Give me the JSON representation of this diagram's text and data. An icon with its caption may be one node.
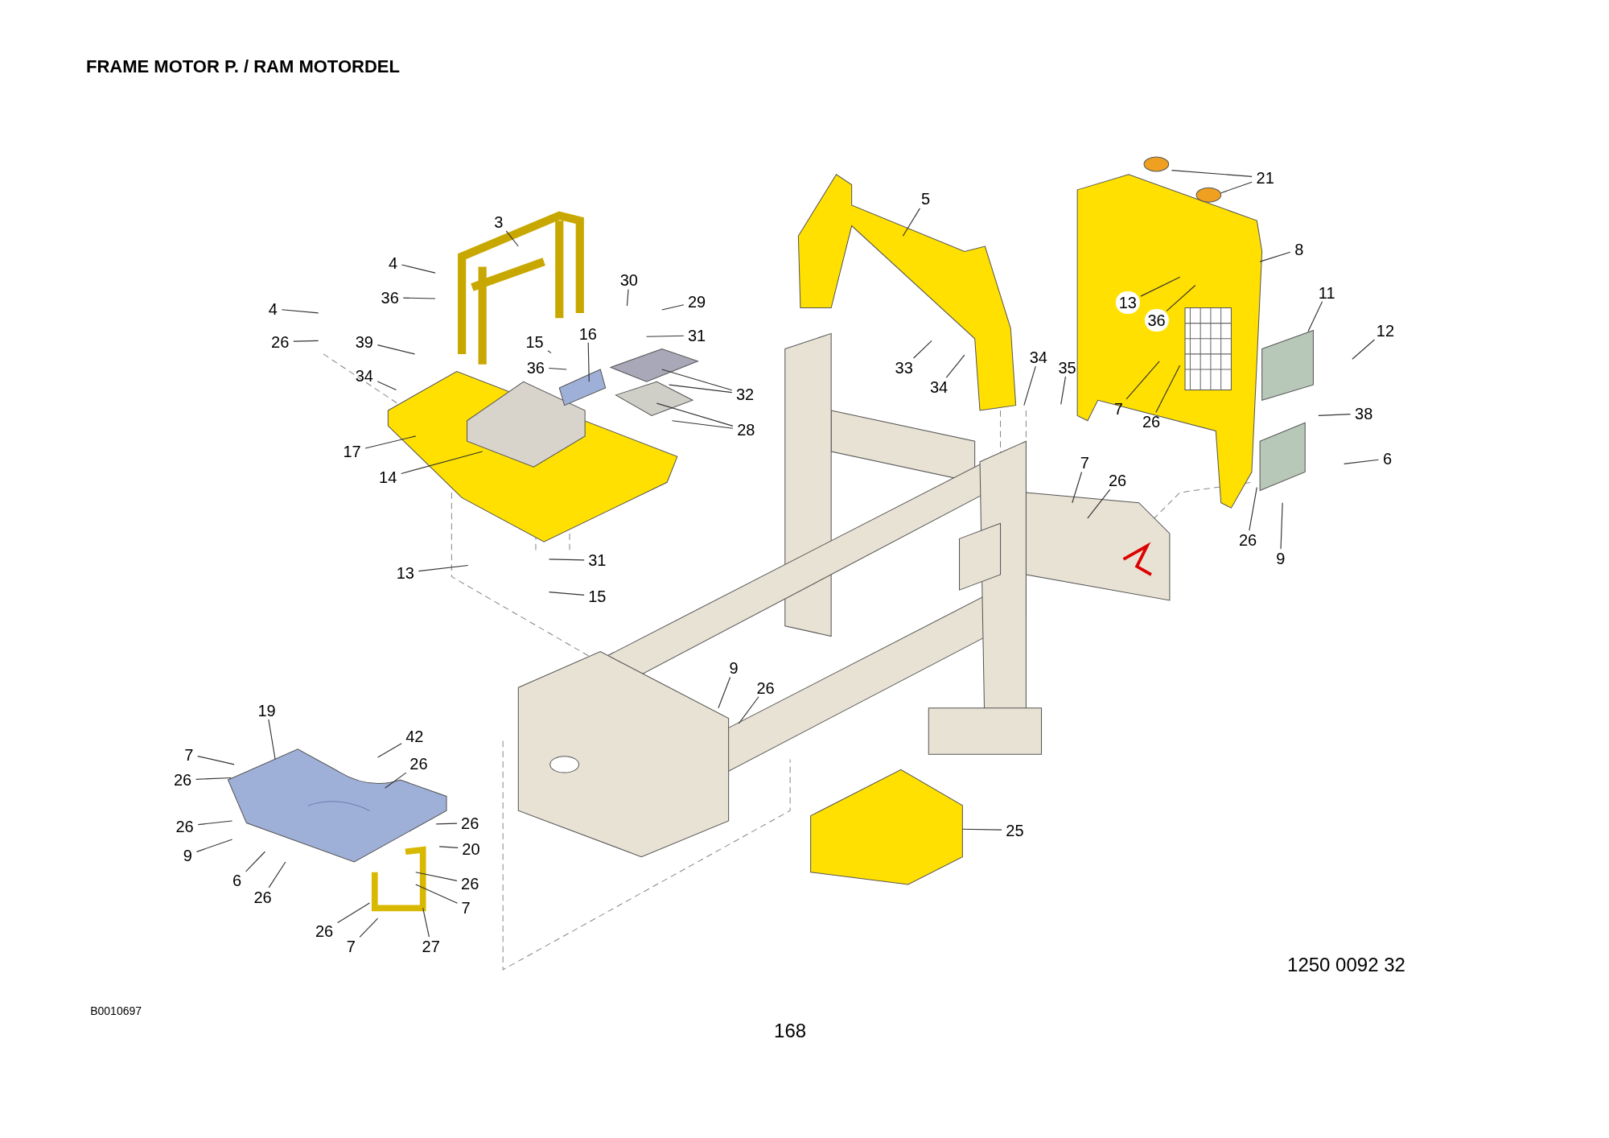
{
  "diagram": {
    "title": "FRAME MOTOR P. / RAM MOTORDEL",
    "nodes": [
      {
        "text": [
          "3"
        ]
      },
      {
        "text": [
          "4"
        ]
      },
      {
        "text": [
          "36"
        ]
      },
      {
        "text": [
          "4"
        ]
      },
      {
        "text": [
          "26"
        ]
      },
      {
        "text": [
          "39"
        ]
      },
      {
        "text": [
          "34"
        ]
      },
      {
        "text": [
          "17"
        ]
      },
      {
        "text": [
          "14"
        ]
      },
      {
        "text": [
          "13"
        ]
      },
      {
        "text": [
          "15"
        ]
      },
      {
        "text": [
          "36"
        ]
      },
      {
        "text": [
          "16"
        ]
      },
      {
        "text": [
          "30"
        ]
      },
      {
        "text": [
          "29"
        ]
      },
      {
        "text": [
          "31"
        ]
      },
      {
        "text": [
          "32"
        ]
      },
      {
        "text": [
          "28"
        ]
      },
      {
        "text": [
          "31"
        ]
      },
      {
        "text": [
          "15"
        ]
      },
      {
        "text": [
          "5"
        ]
      },
      {
        "text": [
          "33"
        ]
      },
      {
        "text": [
          "34"
        ]
      },
      {
        "text": [
          "34"
        ]
      },
      {
        "text": [
          "35"
        ]
      },
      {
        "text": [
          "21"
        ]
      },
      {
        "text": [
          "8"
        ]
      },
      {
        "text": [
          "13"
        ]
      },
      {
        "text": [
          "36"
        ]
      },
      {
        "text": [
          "11"
        ]
      },
      {
        "text": [
          "12"
        ]
      },
      {
        "text": [
          "7"
        ]
      },
      {
        "text": [
          "26"
        ]
      },
      {
        "text": [
          "38"
        ]
      },
      {
        "text": [
          "6"
        ]
      },
      {
        "text": [
          "7"
        ]
      },
      {
        "text": [
          "26"
        ]
      },
      {
        "text": [
          "26"
        ]
      },
      {
        "text": [
          "9"
        ]
      },
      {
        "text": [
          "9"
        ]
      },
      {
        "text": [
          "26"
        ]
      },
      {
        "text": [
          "25"
        ]
      },
      {
        "text": [
          "19"
        ]
      },
      {
        "text": [
          "7"
        ]
      },
      {
        "text": [
          "26"
        ]
      },
      {
        "text": [
          "42"
        ]
      },
      {
        "text": [
          "26"
        ]
      },
      {
        "text": [
          "26"
        ]
      },
      {
        "text": [
          "9"
        ]
      },
      {
        "text": [
          "26"
        ]
      },
      {
        "text": [
          "20"
        ]
      },
      {
        "text": [
          "6"
        ]
      },
      {
        "text": [
          "26"
        ]
      },
      {
        "text": [
          "26"
        ]
      },
      {
        "text": [
          "7"
        ]
      },
      {
        "text": [
          "26"
        ]
      },
      {
        "text": [
          "7"
        ]
      },
      {
        "text": [
          "27"
        ]
      }
    ],
    "edges": [
      {
        "from": 0,
        "to": null,
        "arrow": "none"
      },
      {
        "from": 1,
        "to": null,
        "arrow": "none"
      },
      {
        "from": 2,
        "to": null,
        "arrow": "none"
      },
      {
        "from": 3,
        "to": null,
        "arrow": "none"
      },
      {
        "from": 4,
        "to": null,
        "arrow": "none"
      },
      {
        "from": 5,
        "to": null,
        "arrow": "none"
      },
      {
        "from": 6,
        "to": null,
        "arrow": "none"
      },
      {
        "from": 7,
        "to": null,
        "arrow": "none"
      },
      {
        "from": 8,
        "to": null,
        "arrow": "none"
      },
      {
        "from": 9,
        "to": null,
        "arrow": "none"
      },
      {
        "from": 10,
        "to": null,
        "arrow": "none"
      },
      {
        "from": 11,
        "to": null,
        "arrow": "none"
      },
      {
        "from": 12,
        "to": null,
        "arrow": "none"
      },
      {
        "from": 13,
        "to": null,
        "arrow": "none"
      },
      {
        "from": 14,
        "to": null,
        "arrow": "none"
      },
      {
        "from": 15,
        "to": null,
        "arrow": "none"
      },
      {
        "from": 16,
        "to": null,
        "arrow": "none"
      },
      {
        "from": 16,
        "to": null,
        "arrow": "none"
      },
      {
        "from": 17,
        "to": null,
        "arrow": "none"
      },
      {
        "from": 17,
        "to": null,
        "arrow": "none"
      },
      {
        "from": 18,
        "to": null,
        "arrow": "none"
      },
      {
        "from": 19,
        "to": null,
        "arrow": "none"
      },
      {
        "from": 20,
        "to": null,
        "arrow": "none"
      },
      {
        "from": 21,
        "to": null,
        "arrow": "none"
      },
      {
        "from": 22,
        "to": null,
        "arrow": "none"
      },
      {
        "from": 23,
        "to": null,
        "arrow": "none"
      },
      {
        "from": 24,
        "to": null,
        "arrow": "none"
      },
      {
        "from": 25,
        "to": null,
        "arrow": "none"
      },
      {
        "from": 25,
        "to": null,
        "arrow": "none"
      },
      {
        "from": 26,
        "to": null,
        "arrow": "none"
      },
      {
        "from": 27,
        "to": null,
        "arrow": "none"
      },
      {
        "from": 28,
        "to": null,
        "arrow": "none"
      },
      {
        "from": 29,
        "to": null,
        "arrow": "none"
      },
      {
        "from": 30,
        "to": null,
        "arrow": "none"
      },
      {
        "from": 31,
        "to": null,
        "arrow": "none"
      },
      {
        "from": 32,
        "to": null,
        "arrow": "none"
      },
      {
        "from": 33,
        "to": null,
        "arrow": "none"
      },
      {
        "from": 34,
        "to": null,
        "arrow": "none"
      },
      {
        "from": 35,
        "to": null,
        "arrow": "none"
      },
      {
        "from": 36,
        "to": null,
        "arrow": "none"
      },
      {
        "from": 37,
        "to": null,
        "arrow": "none"
      },
      {
        "from": 38,
        "to": null,
        "arrow": "none"
      },
      {
        "from": 39,
        "to": null,
        "arrow": "none"
      },
      {
        "from": 40,
        "to": null,
        "arrow": "none"
      },
      {
        "from": 41,
        "to": null,
        "arrow": "none"
      },
      {
        "from": 42,
        "to": null,
        "arrow": "none"
      },
      {
        "from": 43,
        "to": null,
        "arrow": "none"
      },
      {
        "from": 44,
        "to": null,
        "arrow": "none"
      },
      {
        "from": 45,
        "to": null,
        "arrow": "none"
      },
      {
        "from": 46,
        "to": null,
        "arrow": "none"
      },
      {
        "from": 47,
        "to": null,
        "arrow": "none"
      },
      {
        "from": 48,
        "to": null,
        "arrow": "none"
      },
      {
        "from": 49,
        "to": null,
        "arrow": "none"
      },
      {
        "from": 50,
        "to": null,
        "arrow": "none"
      },
      {
        "from": 51,
        "to": null,
        "arrow": "none"
      },
      {
        "from": 52,
        "to": null,
        "arrow": "none"
      },
      {
        "from": 53,
        "to": null,
        "arrow": "none"
      },
      {
        "from": 54,
        "to": null,
        "arrow": "none"
      },
      {
        "from": 55,
        "to": null,
        "arrow": "none"
      },
      {
        "from": 56,
        "to": null,
        "arrow": "none"
      },
      {
        "from": 57,
        "to": null,
        "arrow": "none"
      }
    ],
    "labels": [
      "1250 0092 32",
      "B0010697",
      "168"
    ]
  }
}
